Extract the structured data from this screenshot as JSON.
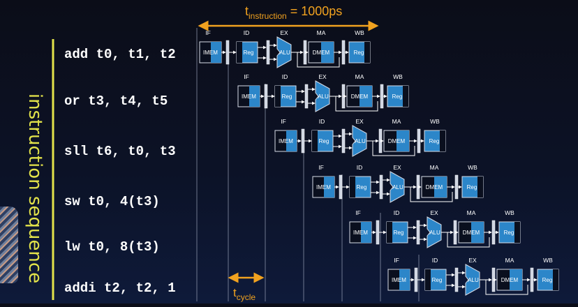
{
  "instructions": [
    "add t0, t1, t2",
    "or t3, t4, t5",
    "sll t6, t0, t3",
    "sw t0, 4(t3)",
    "lw t0, 8(t3)",
    "addi t2, t2, 1"
  ],
  "axis_label": "instruction sequence",
  "stage_labels": [
    "IF",
    "ID",
    "EX",
    "MA",
    "WB"
  ],
  "unit_labels": {
    "imem": "IMEM",
    "reg": "Reg",
    "alu": "ALU",
    "dmem": "DMEM"
  },
  "t_instruction": {
    "symbol": "t",
    "subscript": "instruction",
    "suffix": " = 1000ps"
  },
  "t_cycle": {
    "symbol": "t",
    "subscript": "cycle"
  },
  "colors": {
    "unit_blue": "#2c86c9",
    "annotation_orange": "#f1a21f",
    "axis_yellow": "#e3e34a",
    "background": "#0c1226"
  },
  "icons": [
    "presenter-photo"
  ]
}
